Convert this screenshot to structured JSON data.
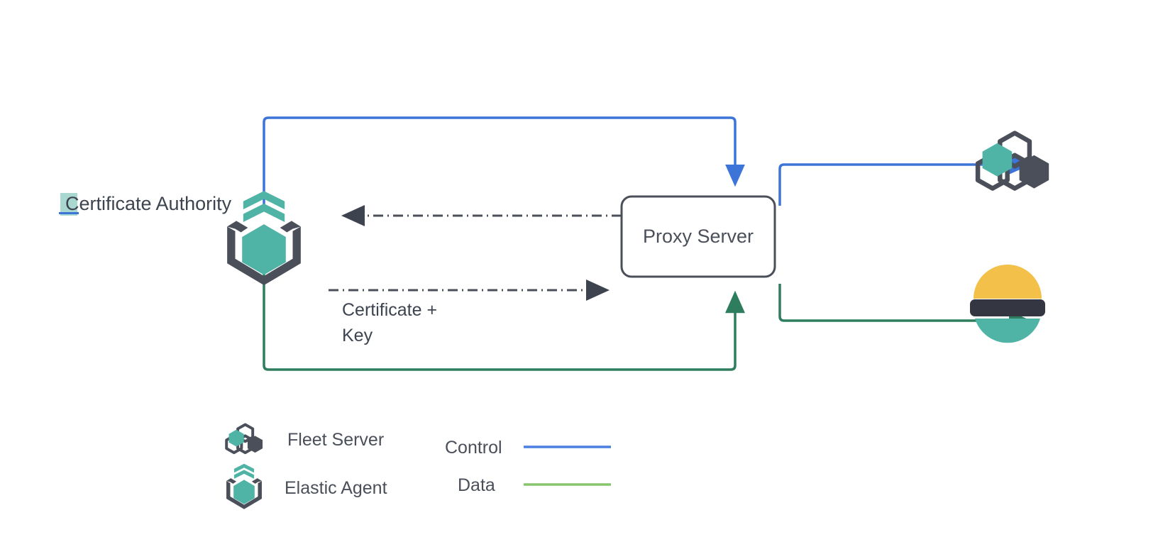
{
  "diagram": {
    "title_label": "Certificate Authority",
    "nodes": [
      {
        "id": "certificate-authority",
        "label": "Certificate Authority",
        "icon": "elastic-agent-icon"
      },
      {
        "id": "proxy-server",
        "label": "Proxy Server",
        "icon": "rounded-box"
      },
      {
        "id": "fleet-server",
        "label": "",
        "icon": "fleet-server-icon"
      },
      {
        "id": "elasticsearch",
        "label": "",
        "icon": "elasticsearch-icon"
      }
    ],
    "edge_labels": {
      "certificate_key_line1": "Certificate +",
      "certificate_key_line2": "Key"
    }
  },
  "legend": {
    "icons": [
      {
        "name": "fleet-server-icon",
        "label": "Fleet Server"
      },
      {
        "name": "elastic-agent-icon",
        "label": "Elastic Agent"
      }
    ],
    "lines": [
      {
        "name": "control-line",
        "label": "Control",
        "color": "#4a7fe0"
      },
      {
        "name": "data-line",
        "label": "Data",
        "color": "#86c66a"
      }
    ]
  },
  "colors": {
    "control_blue": "#3d74d8",
    "data_green": "#2e7d5f",
    "legend_data_green": "#86c66a",
    "teal": "#4fb3a5",
    "dark_slate": "#4a4f59",
    "yellow": "#f3c14a",
    "text": "#3d4450",
    "highlight": "#a8d8d0",
    "box_border": "#4a4f59",
    "box_fill": "#ffffff",
    "dash_gray": "#4a4f59"
  }
}
